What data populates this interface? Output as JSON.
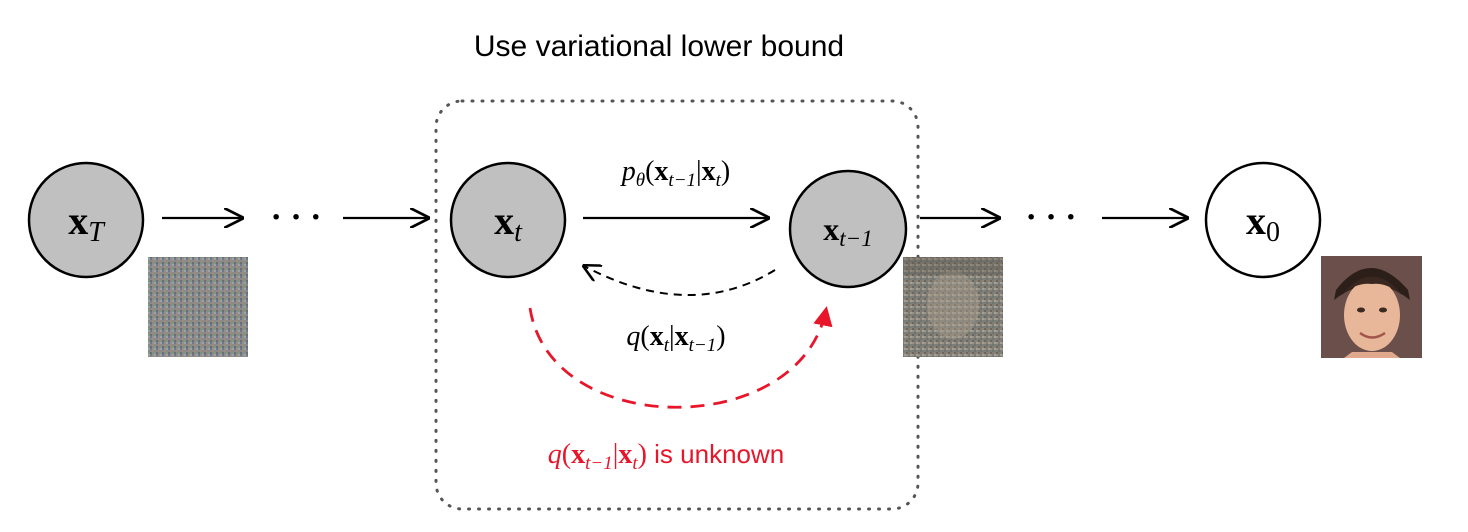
{
  "title": "Use variational lower bound",
  "nodes": {
    "xT": {
      "base": "x",
      "sub": "T"
    },
    "xt": {
      "base": "x",
      "sub": "t"
    },
    "xtm1": {
      "base": "x",
      "sub": "t−1"
    },
    "x0": {
      "base": "x",
      "sub": "0"
    }
  },
  "ellipsis": "· · ·",
  "labels": {
    "reverse": {
      "fn": "p",
      "fn_sub": "θ",
      "open": "(",
      "a": "x",
      "a_sub": "t−1",
      "bar": "|",
      "b": "x",
      "b_sub": "t",
      "close": ")"
    },
    "forward": {
      "fn": "q",
      "open": "(",
      "a": "x",
      "a_sub": "t",
      "bar": "|",
      "b": "x",
      "b_sub": "t−1",
      "close": ")"
    },
    "unknown": {
      "fn": "q",
      "open": "(",
      "a": "x",
      "a_sub": "t−1",
      "bar": "|",
      "b": "x",
      "b_sub": "t",
      "close": ")",
      "suffix": " is unknown"
    }
  },
  "colors": {
    "node_fill": "#c0c0c0",
    "node_fill_clean": "#ffffff",
    "stroke": "#000000",
    "unknown_red": "#e8162b",
    "box_dots": "#555555"
  },
  "images": [
    "noise-image-xT",
    "noisy-face-image-xtm1",
    "face-photo-image-x0"
  ]
}
